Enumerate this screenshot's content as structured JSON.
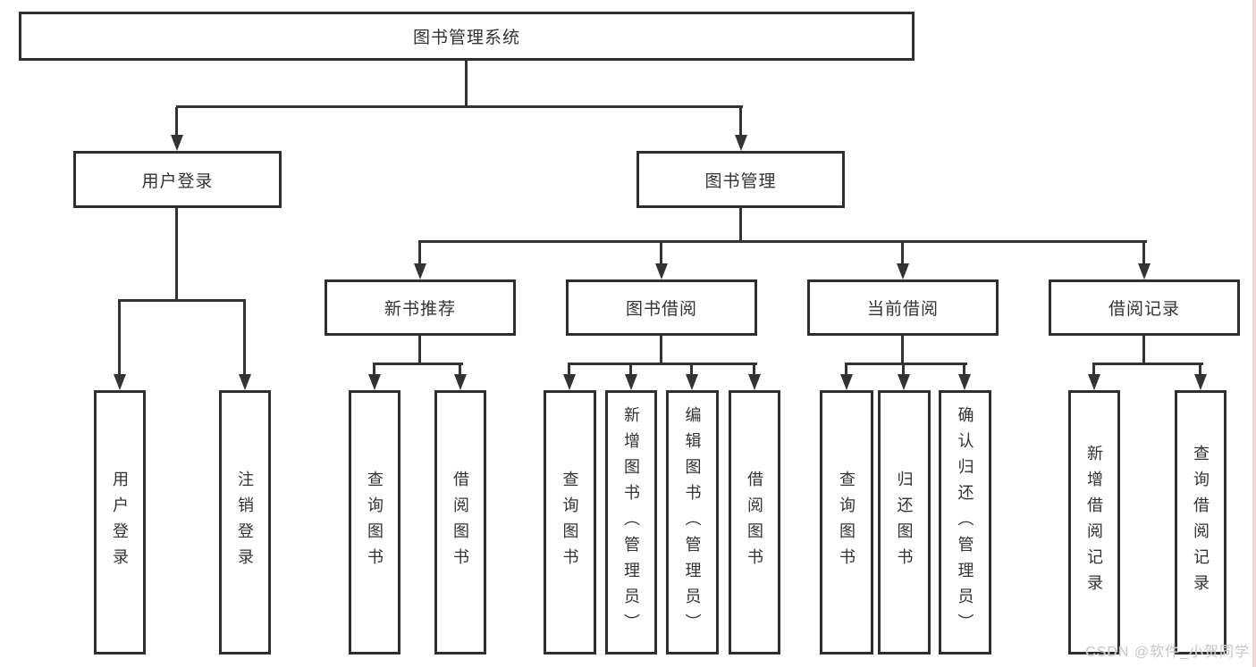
{
  "diagram": {
    "type": "tree",
    "colors": {
      "line": "#333333",
      "box_border": "#2e2e2e",
      "text": "#333333",
      "background": "#ffffff",
      "watermark_text": "#c6c6c6",
      "right_edge_strip": "#f6d4d4"
    },
    "root": {
      "label": "图书管理系统"
    },
    "branches": [
      {
        "label": "用户登录",
        "children": [
          "用户登录",
          "注销登录"
        ]
      },
      {
        "label": "图书管理",
        "children": [
          {
            "label": "新书推荐",
            "children": [
              "查询图书",
              "借阅图书"
            ]
          },
          {
            "label": "图书借阅",
            "children": [
              "查询图书",
              "新增图书（管理员）",
              "编辑图书（管理员）",
              "借阅图书"
            ]
          },
          {
            "label": "当前借阅",
            "children": [
              "查询图书",
              "归还图书",
              "确认归还（管理员）"
            ]
          },
          {
            "label": "借阅记录",
            "children": [
              "新增借阅记录",
              "查询借阅记录"
            ]
          }
        ]
      }
    ],
    "watermark": "CSDN @软件_小贺同学"
  }
}
